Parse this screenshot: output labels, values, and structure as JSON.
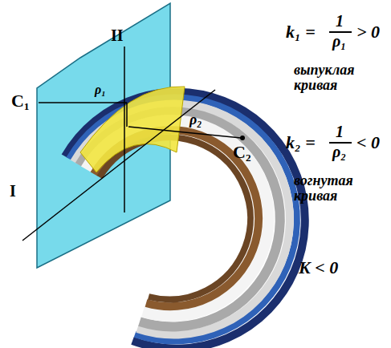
{
  "diagram": {
    "labels": [
      "II",
      "C₁",
      "ρ₁",
      "I",
      "ρ₂",
      "C₂",
      "k₁ =",
      "1",
      "ρ₁",
      "> 0",
      "выпуклая кривая",
      "k₂ =",
      "1",
      "ρ₂",
      "< 0",
      "вогнутая кривая",
      "K < 0"
    ]
  }
}
